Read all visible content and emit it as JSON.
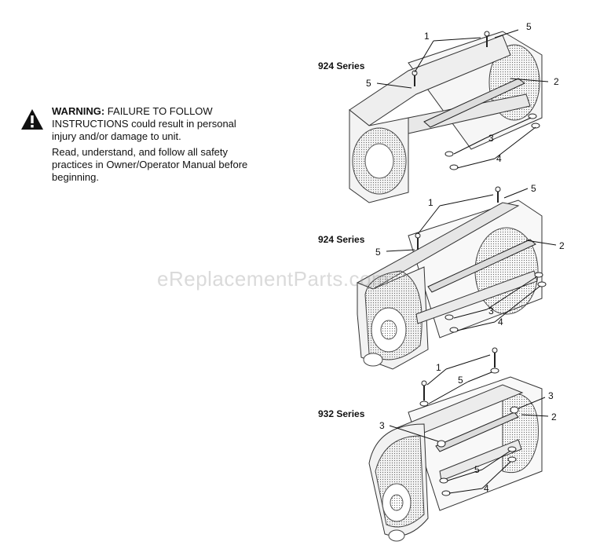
{
  "warning": {
    "icon": "warning-triangle-icon",
    "heading": "WARNING:",
    "heading_rest": "FAILURE TO FOLLOW",
    "line2": "INSTRUCTIONS could result in personal",
    "line3": "injury and/or damage to unit.",
    "para2_line1": "Read, understand, and follow all safety",
    "para2_line2": "practices in Owner/Operator Manual before",
    "para2_line3": "beginning."
  },
  "diagrams": [
    {
      "series_label": "924 Series",
      "callouts": [
        "1",
        "5",
        "5",
        "2",
        "3",
        "4"
      ]
    },
    {
      "series_label": "924 Series",
      "callouts": [
        "1",
        "5",
        "5",
        "2",
        "3",
        "4"
      ]
    },
    {
      "series_label": "932 Series",
      "callouts": [
        "1",
        "5",
        "3",
        "3",
        "2",
        "5",
        "4"
      ]
    }
  ],
  "watermark": "eReplacementParts.com"
}
